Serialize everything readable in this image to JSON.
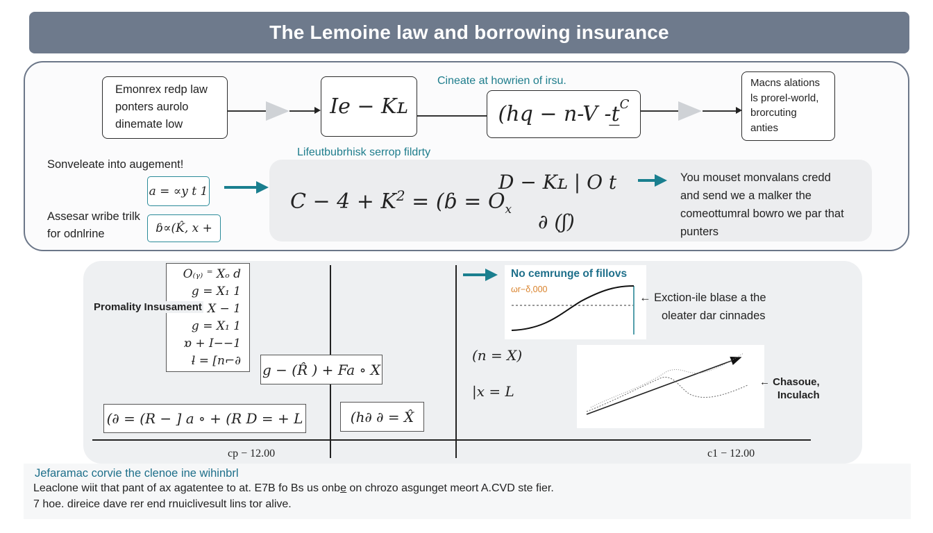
{
  "header": {
    "title": "The Lemoine law and borrowing insurance"
  },
  "top": {
    "box1_lines": [
      "Emonrex redp law",
      "ponters aurolo",
      "dinemate low"
    ],
    "eq1": "Ie − Kʟ",
    "caption": "Cineate at howrien of irsu.",
    "eq2": "(hq − n-V -t̲",
    "eq2_sup": "C",
    "box4_lines": [
      "Macns alations",
      "ls prorel-world,",
      "brorcuting",
      "anties"
    ],
    "subcaption": "Lifeutbubrhisk serrop fildrty",
    "left_label1": "Sonveleate into augement!",
    "small_eq1": "a = ∝y t 1",
    "left_label2_lines": [
      "Assesar wribe trilk",
      "for odnlrine"
    ],
    "small_eq2": "ɓ∝(K̂, x +",
    "big_eq": "C − 4 + K",
    "big_eq_sup": "2",
    "big_eq_rest": "= (ɓ = O",
    "big_eq_sub": "x",
    "eq_top_right": "D − Kʟ | O t",
    "eq_bottom_right": "∂ (ʃ)",
    "right_text_lines": [
      "You mouset monvalans credd",
      "and send we a malker the",
      "comeottumral bowro we par that",
      "punters"
    ]
  },
  "bottom": {
    "eq_stack": [
      "O₍ᵧ₎ ⁼ Xₒ d",
      "g = X₁ 1",
      "X − 1",
      "g = X₁ 1",
      "ɒ + I−−1",
      "ƚ = [n⌐∂"
    ],
    "insurance_label": "Promality Insusament",
    "eq_mid": "g − (R̂ ) + Fa ∘ X",
    "eq_long": "(∂ = (R − ] a ∘ + (R  D = + L",
    "eq_small": "(h∂ ∂ = X̂",
    "tick_left": "cp − 12.00",
    "tick_right": "c1 − 12.00",
    "chart_title": "No cemrunge of fillovs",
    "chart_sub": "ωr−δ,000",
    "callout_lines": [
      "Exction-ile blase a the",
      "oleater dar cinnades"
    ],
    "expr1": "(n = X)",
    "expr2": "|x = L",
    "scatter_label_lines": [
      "Chasoue,",
      "Inculach"
    ]
  },
  "footer": {
    "title": "Jefaramac corvie the clenoe ine wihinbrl",
    "line1": "Leaclone wiit that pant of ax agatentee to at. E7B fo Bs us onbe̲ on chrozo asgunget meort A.CVD ste fier.",
    "line2": "7 hoe. direice dave rer end rnuiclivesult lins tor alive."
  },
  "colors": {
    "header_bg": "#6e7a8c",
    "accent_teal": "#1a7f8f",
    "panel_grey": "#ecedef",
    "orange": "#d9822b"
  }
}
